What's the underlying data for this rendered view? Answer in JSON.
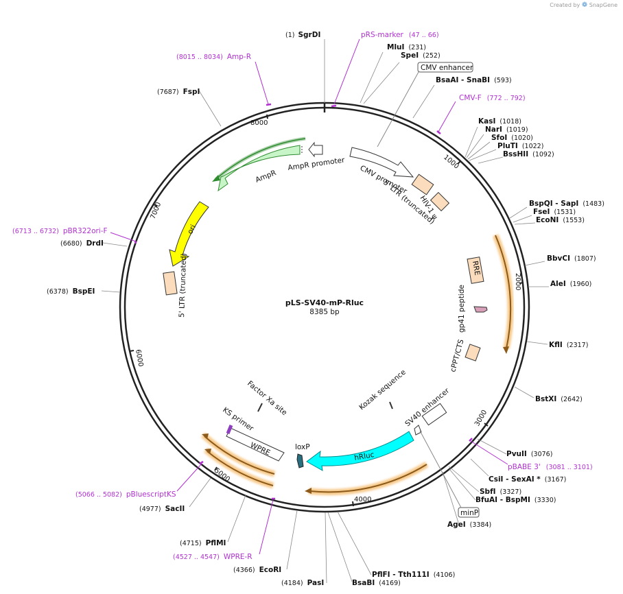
{
  "brand": {
    "prefix": "Created by",
    "name": "SnapGene"
  },
  "plasmid": {
    "name": "pLS-SV40-mP-Rluc",
    "length": "8385 bp"
  },
  "ticks": [
    "1000",
    "2000",
    "3000",
    "4000",
    "5000",
    "6000",
    "7000",
    "8000"
  ],
  "sites": [
    {
      "pos": "(1)",
      "name": "SgrDI"
    },
    {
      "pos": "(231)",
      "name": "MluI"
    },
    {
      "pos": "(252)",
      "name": "SpeI"
    },
    {
      "pos": "(593)",
      "name": "BsaAI - SnaBI"
    },
    {
      "pos": "(1018)",
      "name": "KasI"
    },
    {
      "pos": "(1019)",
      "name": "NarI"
    },
    {
      "pos": "(1020)",
      "name": "SfoI"
    },
    {
      "pos": "(1022)",
      "name": "PluTI"
    },
    {
      "pos": "(1092)",
      "name": "BssHII"
    },
    {
      "pos": "(1483)",
      "name": "BspQI - SapI"
    },
    {
      "pos": "(1531)",
      "name": "FseI"
    },
    {
      "pos": "(1553)",
      "name": "EcoNI"
    },
    {
      "pos": "(1807)",
      "name": "BbvCI"
    },
    {
      "pos": "(1960)",
      "name": "AleI"
    },
    {
      "pos": "(2317)",
      "name": "KflI"
    },
    {
      "pos": "(2642)",
      "name": "BstXI"
    },
    {
      "pos": "(3076)",
      "name": "PvuII"
    },
    {
      "pos": "(3167)",
      "name": "CsiI - SexAI *"
    },
    {
      "pos": "(3327)",
      "name": "SbfI"
    },
    {
      "pos": "(3330)",
      "name": "BfuAI - BspMI"
    },
    {
      "pos": "(3384)",
      "name": "AgeI"
    },
    {
      "pos": "(4106)",
      "name": "PflFI - Tth111I"
    },
    {
      "pos": "(4169)",
      "name": "BsaBI"
    },
    {
      "pos": "(4184)",
      "name": "PasI"
    },
    {
      "pos": "(4366)",
      "name": "EcoRI"
    },
    {
      "pos": "(4715)",
      "name": "PflMI"
    },
    {
      "pos": "(4977)",
      "name": "SacII"
    },
    {
      "pos": "(6378)",
      "name": "BspEI"
    },
    {
      "pos": "(6680)",
      "name": "DrdI"
    },
    {
      "pos": "(7687)",
      "name": "FspI"
    }
  ],
  "primers": [
    {
      "name": "pRS-marker",
      "range": "(47 .. 66)"
    },
    {
      "name": "CMV-F",
      "range": "(772 .. 792)"
    },
    {
      "name": "pBABE 3'",
      "range": "(3081 .. 3101)"
    },
    {
      "name": "WPRE-R",
      "range": "(4527 .. 4547)"
    },
    {
      "name": "pBluescriptKS",
      "range": "(5066 .. 5082)"
    },
    {
      "name": "pBR322ori-F",
      "range": "(6713 .. 6732)"
    },
    {
      "name": "Amp-R",
      "range": "(8015 .. 8034)"
    }
  ],
  "boxed_features": [
    "CMV enhancer",
    "minP"
  ],
  "features": [
    "CMV promoter",
    "5' LTR (truncated)",
    "HIV-1 ψ",
    "RRE",
    "gp41 peptide",
    "cPPT/CTS",
    "SV40 enhancer",
    "Kozak sequence",
    "hRluc",
    "loxP",
    "WPRE",
    "KS primer",
    "Factor Xa site",
    "5' LTR (truncated)",
    "ori",
    "AmpR",
    "AmpR promoter"
  ],
  "colors": {
    "backbone": "#222222",
    "primer": "#b030d0",
    "ampr": "#c8f5c8",
    "ampr_stroke": "#2e8b2e",
    "ori": "#ffff00",
    "hrluc": "#00ffff",
    "hrluc_stroke": "#008b8b",
    "ltr": "#fbdcbc",
    "orf_glow": "#f7c98a",
    "orf_dark": "#8b5a1a",
    "gp41": "#d8a0b8",
    "loxp": "#2a6f7f",
    "ks_primer": "#8e3fbf"
  }
}
